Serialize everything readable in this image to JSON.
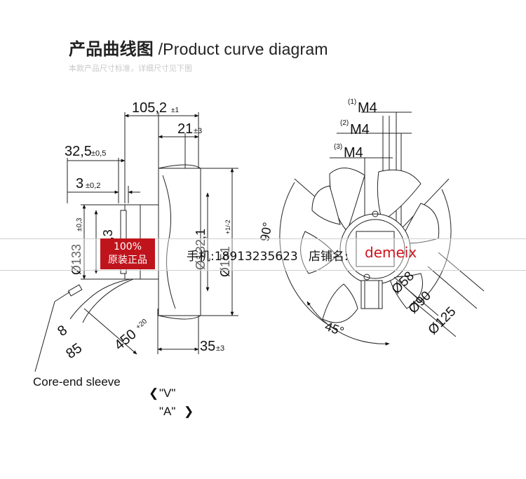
{
  "header": {
    "title_cn": "产品曲线图",
    "title_en": " /Product curve diagram",
    "subtitle": "本款产品尺寸标准，详细尺寸见下图"
  },
  "side_view": {
    "dim_top": "105,2",
    "dim_top_tol": "±1",
    "dim_21": "21",
    "dim_21_tol": "±3",
    "dim_325": "32,5",
    "dim_325_tol": "±0,5",
    "dim_3": "3",
    "dim_3_tol": "±0,2",
    "dim_133": "Ø133",
    "dim_133_tol": "±0,3",
    "dim_1193": "Ø119,3",
    "dim_1321": "Ø132,1",
    "dim_151": "Ø151",
    "dim_151_tol": "+1/-2",
    "dim_8": "8",
    "dim_85": "85",
    "dim_450": "450",
    "dim_450_tol": "+20",
    "dim_35": "35",
    "dim_35_tol": "±3",
    "core_label": "Core-end sleeve",
    "arrow_v": "\"V\"",
    "arrow_a": "\"A\""
  },
  "front_view": {
    "m4_1_sup": "(1)",
    "m4_2_sup": "(2)",
    "m4_3_sup": "(3)",
    "m4": "M4",
    "angle_90": "90°",
    "angle_45": "45°",
    "dim_58": "Ø58",
    "dim_90": "Ø90",
    "dim_125": "Ø125"
  },
  "watermark": {
    "badge_line1": "100%",
    "badge_line2": "原装正品",
    "phone": "手机:18913235623",
    "shop": "店铺名:",
    "brand": "demeix"
  },
  "colors": {
    "badge": "#c0141c",
    "brand": "#d0121b",
    "line": "#222222"
  }
}
